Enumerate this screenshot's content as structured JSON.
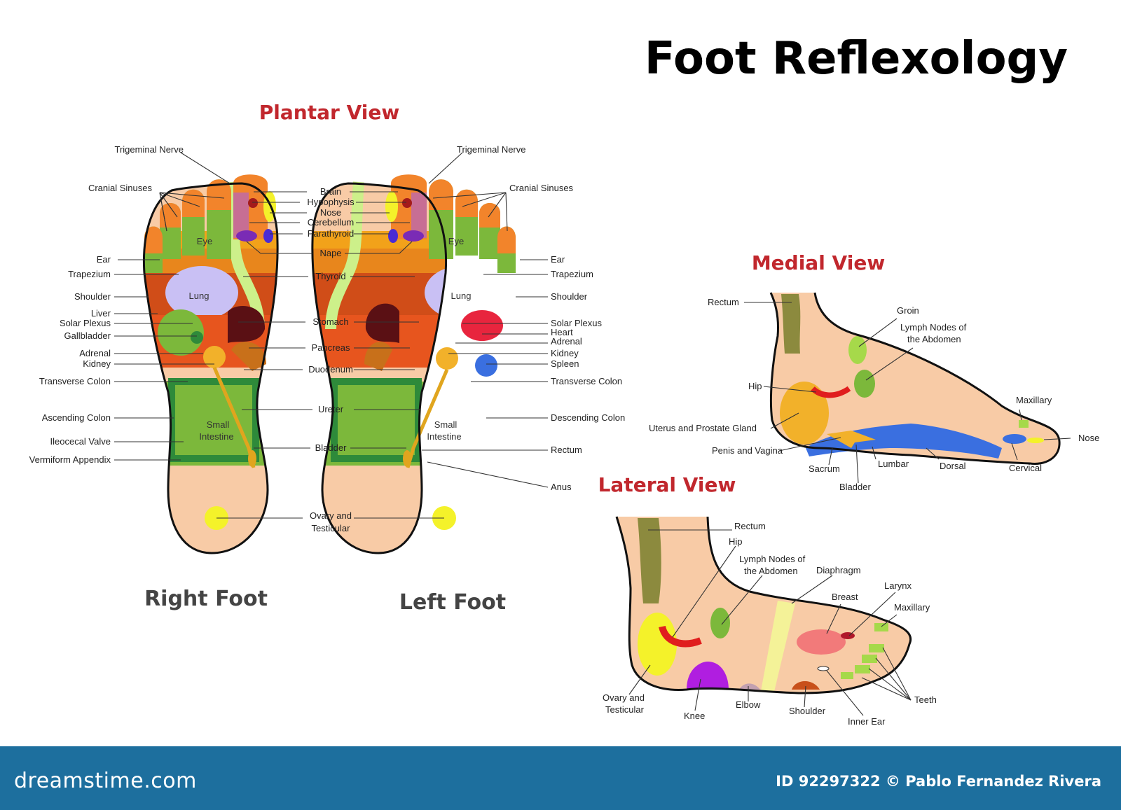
{
  "title": "Foot Reflexology",
  "plantar": {
    "heading": "Plantar View",
    "right_foot_caption": "Right Foot",
    "left_foot_caption": "Left Foot",
    "center_labels": {
      "brain": "Brain",
      "hypophysis": "Hypophysis",
      "nose": "Nose",
      "cerebellum": "Cerebellum",
      "parathyroid": "Parathyroid",
      "nape": "Nape",
      "thyroid": "Thyroid",
      "stomach": "Stomach",
      "pancreas": "Pancreas",
      "duodenum": "Duodenum",
      "ureter": "Ureter",
      "bladder": "Bladder",
      "ovary_1": "Ovary and",
      "ovary_2": "Testicular"
    },
    "right_side_labels": {
      "trigeminal": "Trigeminal Nerve",
      "cranial": "Cranial Sinuses",
      "ear": "Ear",
      "trapezium": "Trapezium",
      "shoulder": "Shoulder",
      "liver": "Liver",
      "solar_plexus": "Solar Plexus",
      "gallbladder": "Gallbladder",
      "adrenal": "Adrenal",
      "kidney": "Kidney",
      "transverse_colon": "Transverse Colon",
      "ascending_colon": "Ascending Colon",
      "ileocecal": "Ileocecal Valve",
      "appendix": "Vermiform Appendix"
    },
    "left_side_labels": {
      "trigeminal": "Trigeminal Nerve",
      "cranial": "Cranial Sinuses",
      "ear": "Ear",
      "trapezium": "Trapezium",
      "shoulder": "Shoulder",
      "solar_plexus": "Solar Plexus",
      "heart": "Heart",
      "adrenal": "Adrenal",
      "kidney": "Kidney",
      "spleen": "Spleen",
      "transverse_colon": "Transverse Colon",
      "descending_colon": "Descending Colon",
      "rectum": "Rectum",
      "anus": "Anus"
    },
    "inner_labels": {
      "eye": "Eye",
      "lung": "Lung",
      "small_1": "Small",
      "small_2": "Intestine"
    }
  },
  "medial": {
    "heading": "Medial View",
    "labels": {
      "rectum": "Rectum",
      "groin": "Groin",
      "lymph_1": "Lymph Nodes of",
      "lymph_2": "the Abdomen",
      "hip": "Hip",
      "maxillary": "Maxillary",
      "uterus": "Uterus and Prostate Gland",
      "nose": "Nose",
      "penis": "Penis and Vagina",
      "sacrum": "Sacrum",
      "lumbar": "Lumbar",
      "dorsal": "Dorsal",
      "cervical": "Cervical",
      "bladder": "Bladder"
    }
  },
  "lateral": {
    "heading": "Lateral View",
    "labels": {
      "rectum": "Rectum",
      "hip": "Hip",
      "lymph_1": "Lymph Nodes of",
      "lymph_2": "the Abdomen",
      "diaphragm": "Diaphragm",
      "larynx": "Larynx",
      "breast": "Breast",
      "maxillary": "Maxillary",
      "ovary_1": "Ovary and",
      "ovary_2": "Testicular",
      "knee": "Knee",
      "elbow": "Elbow",
      "shoulder": "Shoulder",
      "inner_ear": "Inner Ear",
      "teeth": "Teeth"
    }
  },
  "footer": {
    "brand": "dreamstime.com",
    "credit": "ID 92297322 © Pablo Fernandez Rivera"
  },
  "colors": {
    "skin": "#f8cba6",
    "heading_red": "#c1272d",
    "footer_blue": "#1d6f9e",
    "green": "#7cb83b",
    "dark_green": "#2e8a3a",
    "orange": "#f2842b",
    "lavender": "#c9c0f4",
    "yellow": "#f4f22a",
    "blue": "#3a6fe0"
  }
}
